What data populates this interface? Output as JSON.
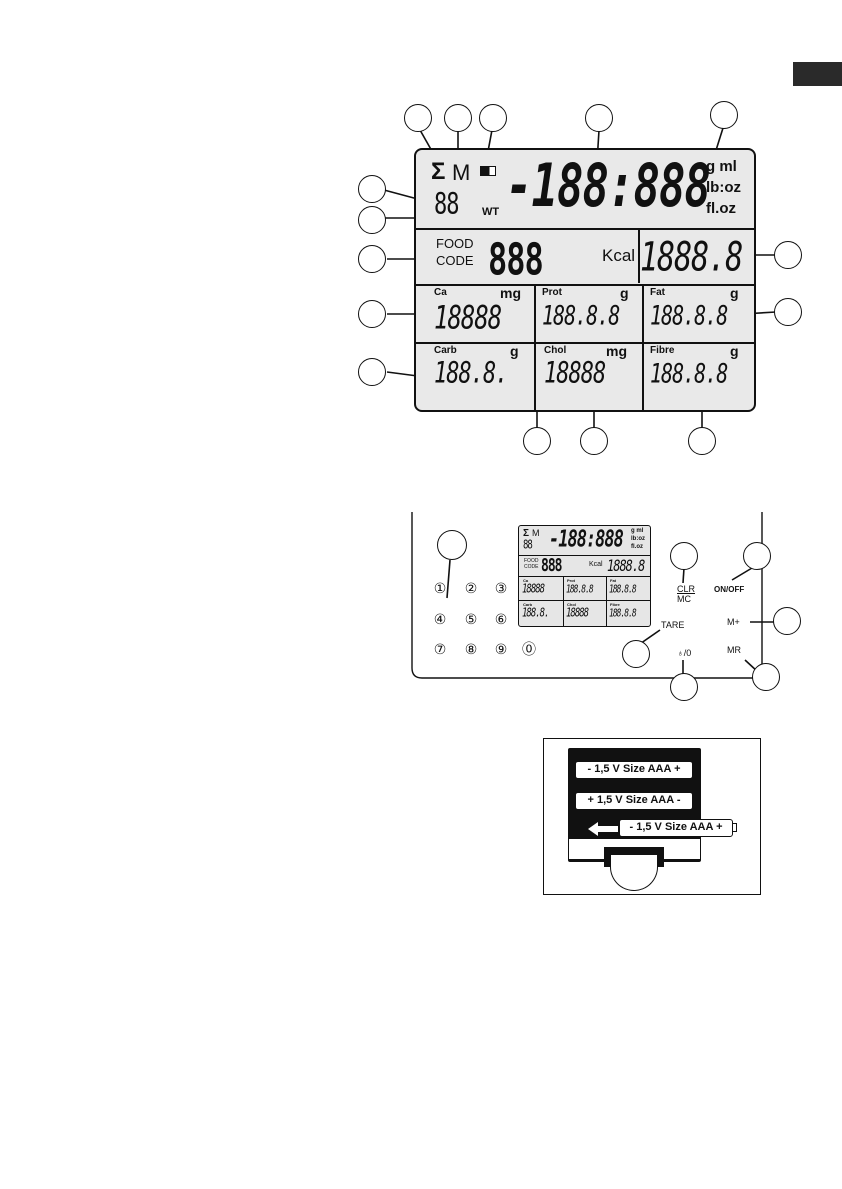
{
  "lcd": {
    "sigma": "Σ",
    "memory": "M",
    "main_digits": "-188:888",
    "units": [
      "g ml",
      "lb:oz",
      "fl.oz"
    ],
    "counter_digits": "88",
    "wt": "WT",
    "food_code_label": [
      "FOOD",
      "CODE"
    ],
    "food_code_digits": "888",
    "kcal_label": "Kcal",
    "kcal_digits": "1888.8",
    "cells": [
      {
        "name": "Ca",
        "unit": "mg",
        "digits": "18888"
      },
      {
        "name": "Prot",
        "unit": "g",
        "digits": "188.8.8"
      },
      {
        "name": "Fat",
        "unit": "g",
        "digits": "188.8.8"
      },
      {
        "name": "Carb",
        "unit": "g",
        "digits": "188.8."
      },
      {
        "name": "Chol",
        "unit": "mg",
        "digits": "18888"
      },
      {
        "name": "Fibre",
        "unit": "g",
        "digits": "188.8.8"
      }
    ]
  },
  "device": {
    "keys": [
      "①",
      "②",
      "③",
      "④",
      "⑤",
      "⑥",
      "⑦",
      "⑧",
      "⑨",
      "⓪"
    ],
    "buttons": {
      "clr_mc": [
        "CLR",
        "MC"
      ],
      "on_off": "ON/OFF",
      "m_plus": "M+",
      "tare": "TARE",
      "mr": "MR",
      "zero": "♁/0"
    }
  },
  "battery": {
    "batteries": [
      {
        "label": "-  1,5 V Size AAA  +"
      },
      {
        "label": "+  1,5 V Size AAA  -"
      },
      {
        "label": "-  1,5 V Size AAA  +"
      }
    ]
  },
  "colors": {
    "lcd_bg": "#e9e9e9",
    "line": "#111111",
    "tab": "#2a2a2a"
  }
}
